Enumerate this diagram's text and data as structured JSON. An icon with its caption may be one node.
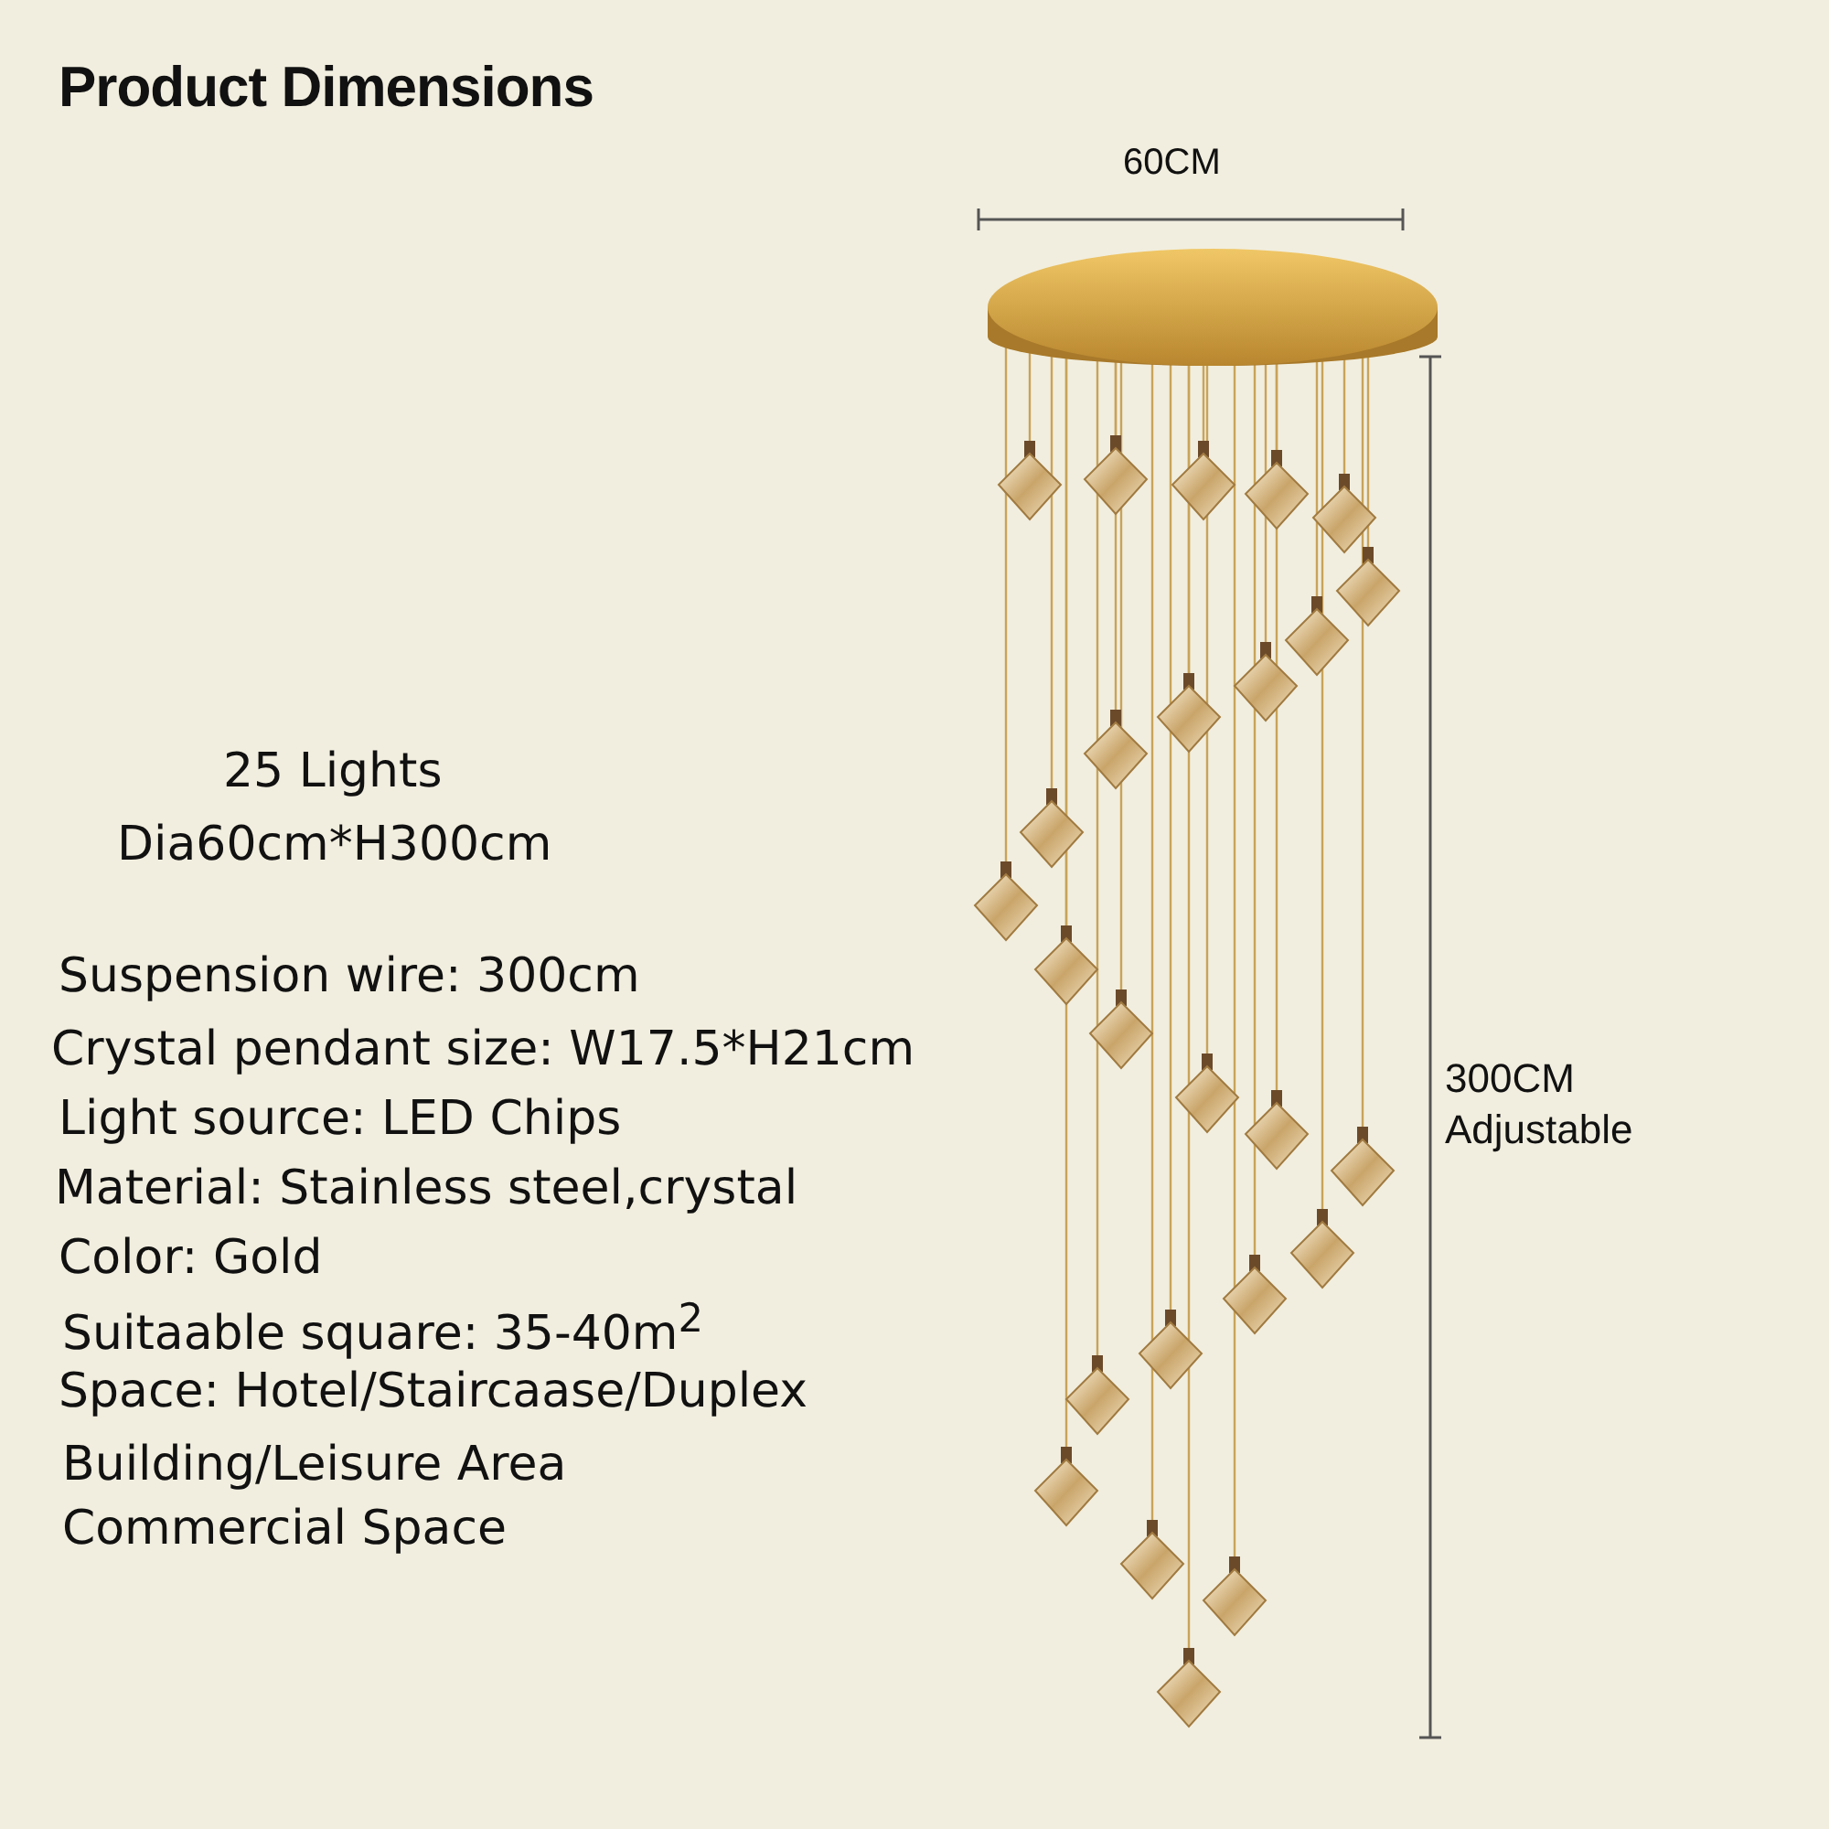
{
  "diagram": {
    "title": "Product Dimensions",
    "labels": [
      "60CM",
      "300CM",
      "Adjustable",
      "25 Lights",
      "Dia60cm*H300cm",
      "Suspension wire: 300cm",
      "Crystal pendant size: W17.5*H21cm",
      "Light source: LED Chips",
      "Material: Stainless steel,crystal",
      "Color: Gold",
      "Suitaable square: 35-40m$^{2}$",
      "Space: Hotel/Staircaase/Duplex",
      "Building/Leisure Area",
      "Commercial Space"
    ]
  }
}
